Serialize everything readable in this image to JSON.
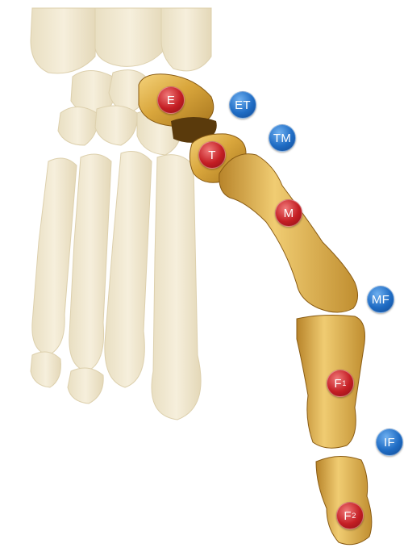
{
  "figure": {
    "bone_labels": {
      "E": {
        "text": "E",
        "sub": ""
      },
      "T": {
        "text": "T",
        "sub": ""
      },
      "M": {
        "text": "M",
        "sub": ""
      },
      "F1": {
        "text": "F",
        "sub": "1"
      },
      "F2": {
        "text": "F",
        "sub": "2"
      }
    },
    "joint_labels": {
      "ET": "ET",
      "TM": "TM",
      "MF": "MF",
      "IF": "IF"
    }
  },
  "colors": {
    "highlight_bone": "#d9a63c",
    "faded_bone": "#efe6cc",
    "bone_marker": "#c41e24",
    "joint_marker": "#1f6cc4"
  },
  "icons": {
    "bone_marker": "red-circle-icon",
    "joint_marker": "blue-circle-icon"
  }
}
